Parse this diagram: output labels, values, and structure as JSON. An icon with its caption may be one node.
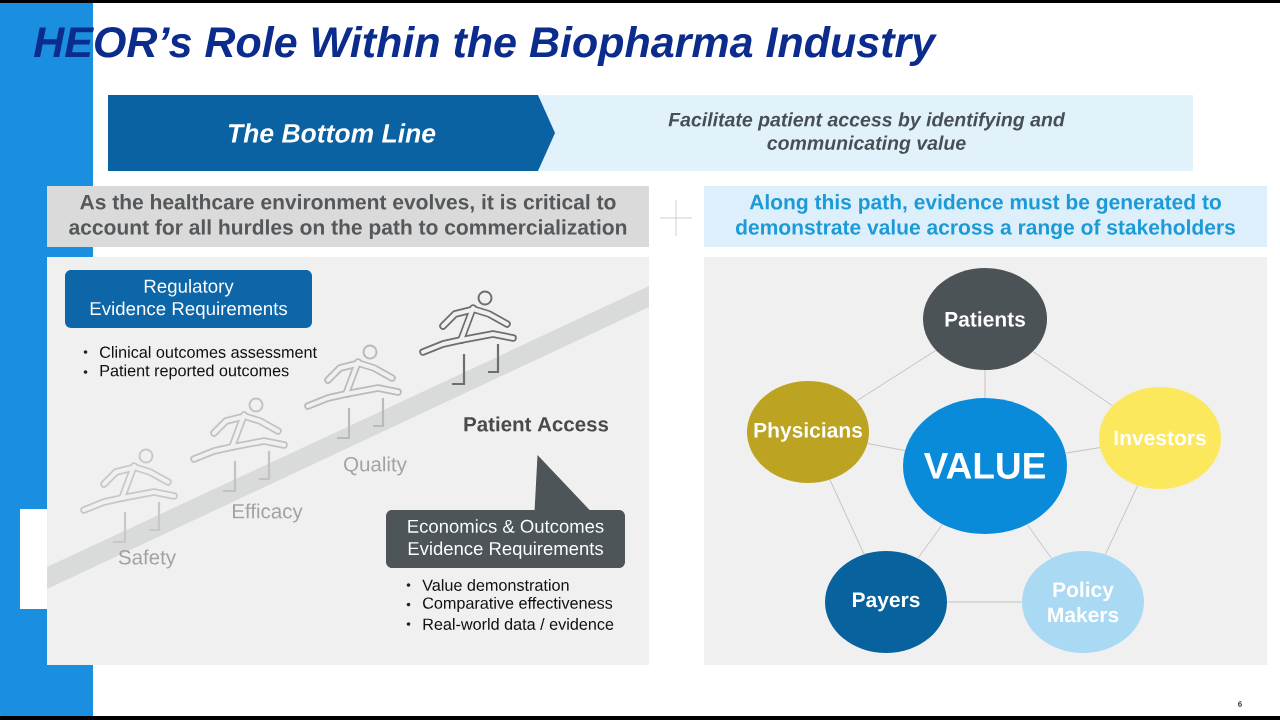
{
  "diagram": {
    "title": "HEOR’s Role Within the Biopharma Industry",
    "nodes": [
      {
        "text": [
          "The Bottom Line"
        ]
      },
      {
        "text": [
          "Facilitate patient access by identifying and communicating value"
        ]
      },
      {
        "text": [
          "As the healthcare environment evolves, it is critical to account for all hurdles on the path to commercialization"
        ]
      },
      {
        "text": [
          "Along this path, evidence must be generated to demonstrate value across a range of stakeholders"
        ]
      },
      {
        "text": [],
        "shape": "box"
      },
      {
        "text": [
          "Regulatory Evidence Requirements"
        ],
        "in": 4,
        "beside": [
          "Clinical outcomes assessment",
          "Patient reported outcomes"
        ]
      },
      {
        "text": [
          "Economics & Outcomes Evidence Requirements"
        ],
        "in": 4,
        "beside": [
          "Value demonstration",
          "Comparative effectiveness",
          "Real-world data / evidence"
        ]
      },
      {
        "text": [],
        "shape": "box"
      },
      {
        "text": [
          "Patients"
        ],
        "in": 7
      },
      {
        "text": [
          "Physicians"
        ],
        "in": 7
      },
      {
        "text": [
          "VALUE"
        ],
        "in": 7
      },
      {
        "text": [
          "Investors"
        ],
        "in": 7
      },
      {
        "text": [
          "Payers"
        ],
        "in": 7
      },
      {
        "text": [
          "Policy Makers"
        ],
        "in": 7
      }
    ],
    "edges": [
      {
        "from": 8,
        "to": 10,
        "arrow": "none"
      },
      {
        "from": 9,
        "to": 10,
        "arrow": "none"
      },
      {
        "from": 11,
        "to": 10,
        "arrow": "none"
      },
      {
        "from": 12,
        "to": 10,
        "arrow": "none"
      },
      {
        "from": 13,
        "to": 10,
        "arrow": "none"
      },
      {
        "from": 8,
        "to": 9,
        "arrow": "none"
      },
      {
        "from": 8,
        "to": 11,
        "arrow": "none"
      },
      {
        "from": 9,
        "to": 12,
        "arrow": "none"
      },
      {
        "from": 11,
        "to": 13,
        "arrow": "none"
      },
      {
        "from": 12,
        "to": 13,
        "arrow": "none"
      }
    ],
    "labels": [
      "Patient Access",
      "Quality",
      "Efficacy",
      "Safety",
      "6"
    ]
  }
}
